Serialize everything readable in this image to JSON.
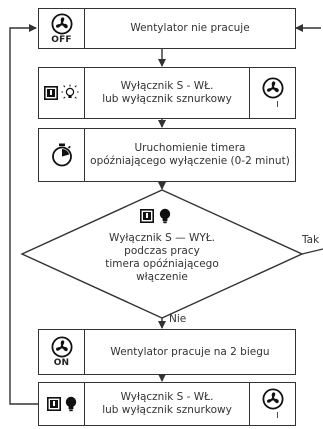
{
  "steps": {
    "fan_off": {
      "icon_caption": "OFF",
      "text": "Wentylator nie pracuje"
    },
    "switch_on": {
      "line1": "Wyłącznik S - WŁ.",
      "line2": "lub wyłącznik sznurkowy",
      "right_icon_caption": "I"
    },
    "timer": {
      "line1": "Uruchomienie timera",
      "line2": "opóźniającego wyłączenie (0-2 minut)"
    },
    "decision": {
      "line1": "Wyłącznik S — WYŁ.",
      "line2": "podczas pracy",
      "line3": "timera opóźniającego",
      "line4": "włączenie",
      "yes_label": "Tak",
      "no_label": "Nie"
    },
    "fan_on": {
      "icon_caption": "ON",
      "text": "Wentylator pracuje na 2 biegu"
    },
    "switch_on_2": {
      "line1": "Wyłącznik S - WŁ.",
      "line2": "lub wyłącznik sznurkowy",
      "right_icon_caption": "I"
    }
  },
  "icons": {
    "fan": "fan-icon",
    "switch": "switch-icon",
    "light_on": "light-bulb-on-icon",
    "light": "light-bulb-icon",
    "timer": "stopwatch-icon"
  }
}
